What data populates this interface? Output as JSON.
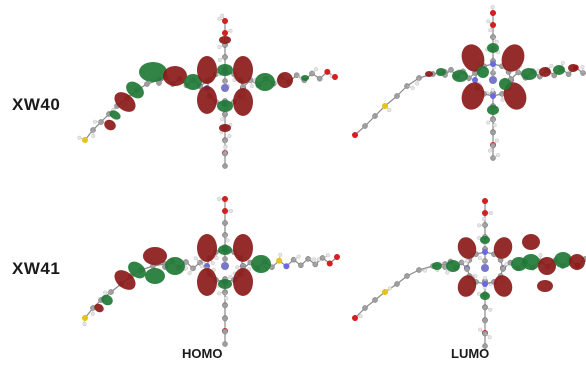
{
  "rows": [
    {
      "label": "XW40"
    },
    {
      "label": "XW41"
    }
  ],
  "columns": [
    {
      "label": "HOMO"
    },
    {
      "label": "LUMO"
    }
  ],
  "colors": {
    "lobe_positive": "#8b1a1a",
    "lobe_negative": "#1f7a35",
    "atom_carbon": "#9e9e9e",
    "atom_hydrogen": "#e6e6e6",
    "atom_nitrogen": "#6a6ae0",
    "atom_oxygen": "#d42020",
    "atom_sulfur": "#e6c31a",
    "bond": "#8a8a8a"
  }
}
